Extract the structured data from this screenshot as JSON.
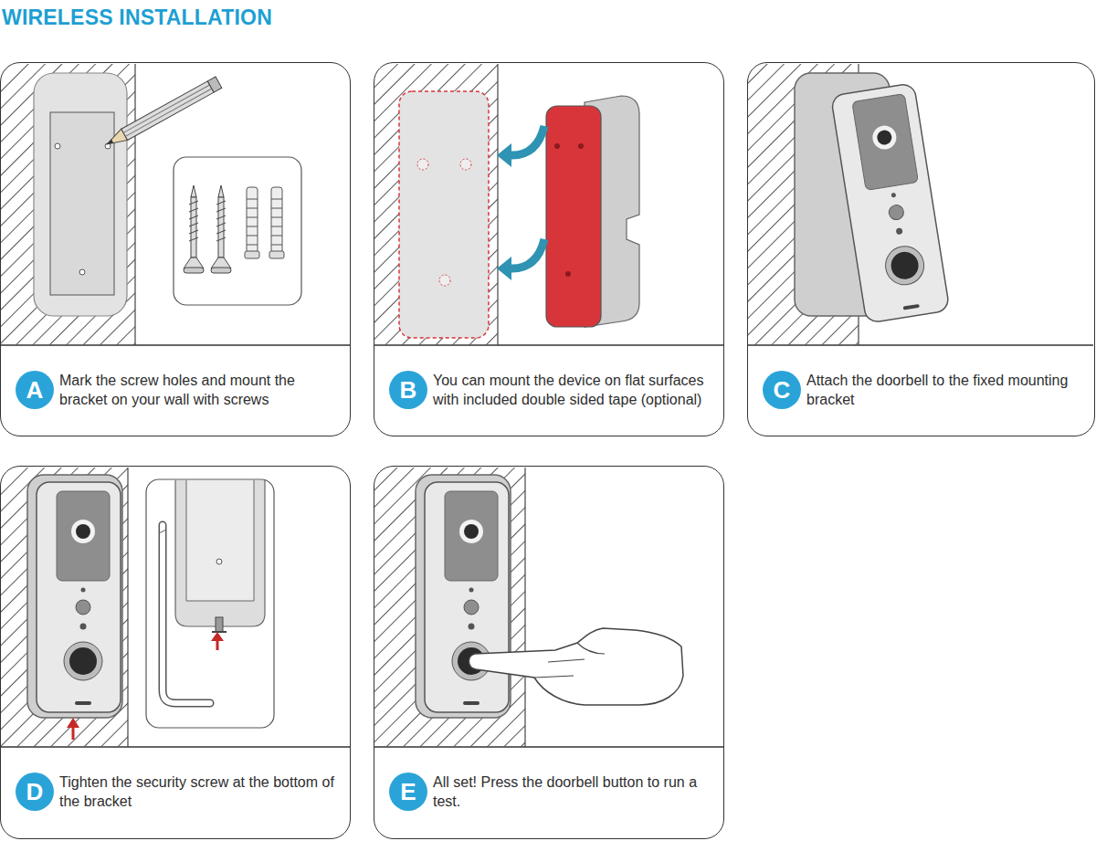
{
  "diagram": {
    "title": "WIRELESS INSTALLATION",
    "nodes": [
      {
        "text": [
          "Mark the screw holes and mount the bracket on your wall with screws"
        ]
      },
      {
        "text": [
          "A"
        ],
        "in": 0
      },
      {
        "text": [
          "You can mount the device on flat surfaces with included double sided tape (optional)"
        ]
      },
      {
        "text": [
          "B"
        ],
        "in": 2
      },
      {
        "text": [
          "Attach the doorbell to the fixed mounting bracket"
        ]
      },
      {
        "text": [
          "C"
        ],
        "in": 4
      },
      {
        "text": [
          "Tighten the security screw at the bottom of the bracket"
        ]
      },
      {
        "text": [
          "D"
        ],
        "in": 6
      },
      {
        "text": [
          "All set! Press the doorbell button to run a test."
        ]
      },
      {
        "text": [
          "E"
        ],
        "in": 8
      }
    ]
  }
}
